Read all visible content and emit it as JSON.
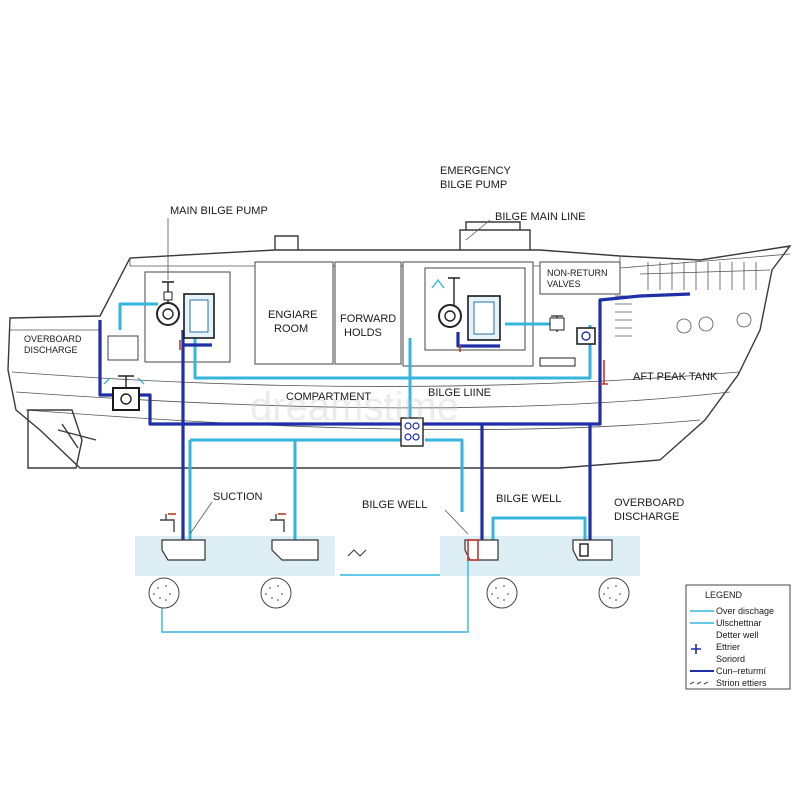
{
  "colors": {
    "line_cyan": "#35b5dc",
    "line_navy": "#1f2fa6",
    "water": "#dcedf4",
    "hull": "#3a3a3a",
    "valve_red": "#c0392b"
  },
  "labels": {
    "emergency_pump_1": "EMERGENCY",
    "emergency_pump_2": "BILGE PUMP",
    "main_bilge_pump": "MAIN BILGE PUMP",
    "bilge_main_line": "BILGE MAIN LINE",
    "non_return_1": "NON-RETURN",
    "non_return_2": "VALVES",
    "engine_room_1": "ENGIARE",
    "engine_room_2": "ROOM",
    "forward_holds_1": "FORWARD",
    "forward_holds_2": "HOLDS",
    "overboard_left_1": "OVERBOARD",
    "overboard_left_2": "DISCHARGE",
    "aft_peak_tank": "AFT PEAK TANK",
    "compartment": "COMPARTMENT",
    "bilge_line": "BILGE LIINE",
    "suction": "SUCTION",
    "bilge_well_1": "BILGE WELL",
    "bilge_well_2": "BILGE WELL",
    "overboard_right_1": "OVERBOARD",
    "overboard_right_2": "DISCHARGE"
  },
  "legend": {
    "title": "LEGEND",
    "items": [
      {
        "text": "Over dischage",
        "icon": "cyan-line-icon"
      },
      {
        "text": "Ulschettnar",
        "icon": "cyan-line-icon"
      },
      {
        "text": "Detter well",
        "icon": "none"
      },
      {
        "text": "Ettrier",
        "icon": "valve-cross-icon"
      },
      {
        "text": "Soriord",
        "icon": "none"
      },
      {
        "text": "Cun–returmí",
        "icon": "navy-line-icon"
      },
      {
        "text": "Strion ettiers",
        "icon": "small-marks-icon"
      }
    ]
  },
  "watermark": "dreamstime"
}
